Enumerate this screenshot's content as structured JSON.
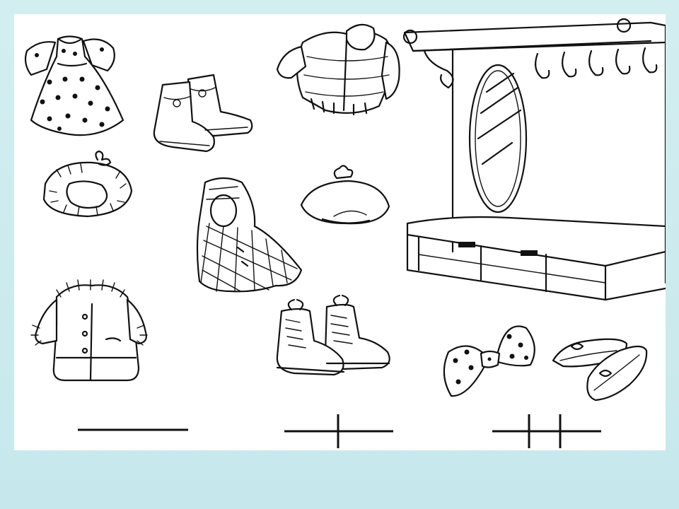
{
  "worksheet": {
    "items": [
      {
        "id": "dress",
        "icon": "polka-dot-dress-icon"
      },
      {
        "id": "winter-boots",
        "icon": "winter-boots-icon"
      },
      {
        "id": "puffer-jacket",
        "icon": "puffer-jacket-icon"
      },
      {
        "id": "fur-hat",
        "icon": "fur-hat-icon"
      },
      {
        "id": "hooded-cape",
        "icon": "hooded-cape-icon"
      },
      {
        "id": "beret",
        "icon": "beret-icon"
      },
      {
        "id": "fur-coat",
        "icon": "fur-coat-icon"
      },
      {
        "id": "lace-up-boots",
        "icon": "lace-up-boots-icon"
      },
      {
        "id": "bow-tie",
        "icon": "bow-tie-icon"
      },
      {
        "id": "slippers",
        "icon": "slippers-icon"
      },
      {
        "id": "hallway-stand",
        "icon": "coat-rack-mirror-bench-icon"
      }
    ],
    "answer_slots": [
      {
        "id": "slot-1",
        "vertical_marks": 0
      },
      {
        "id": "slot-2",
        "vertical_marks": 1
      },
      {
        "id": "slot-3",
        "vertical_marks": 2
      }
    ]
  }
}
